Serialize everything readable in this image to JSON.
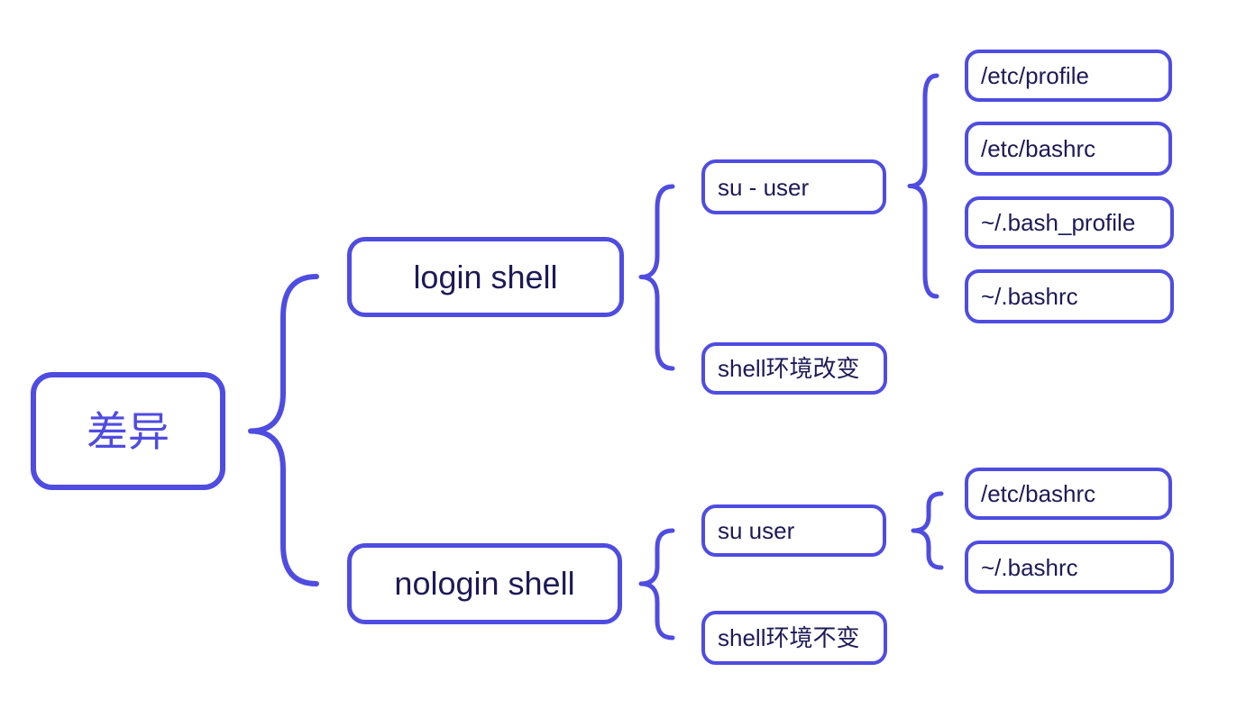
{
  "colors": {
    "accent": "#4f4ce1",
    "text": "#1d1a57",
    "background": "#ffffff"
  },
  "mindmap": {
    "root": {
      "label": "差异"
    },
    "branches": [
      {
        "label": "login shell",
        "children": [
          {
            "label": "su - user",
            "children": [
              {
                "label": "/etc/profile"
              },
              {
                "label": "/etc/bashrc"
              },
              {
                "label": "~/.bash_profile"
              },
              {
                "label": "~/.bashrc"
              }
            ]
          },
          {
            "label": "shell环境改变"
          }
        ]
      },
      {
        "label": "nologin shell",
        "children": [
          {
            "label": "su user",
            "children": [
              {
                "label": "/etc/bashrc"
              },
              {
                "label": "~/.bashrc"
              }
            ]
          },
          {
            "label": "shell环境不变"
          }
        ]
      }
    ]
  }
}
